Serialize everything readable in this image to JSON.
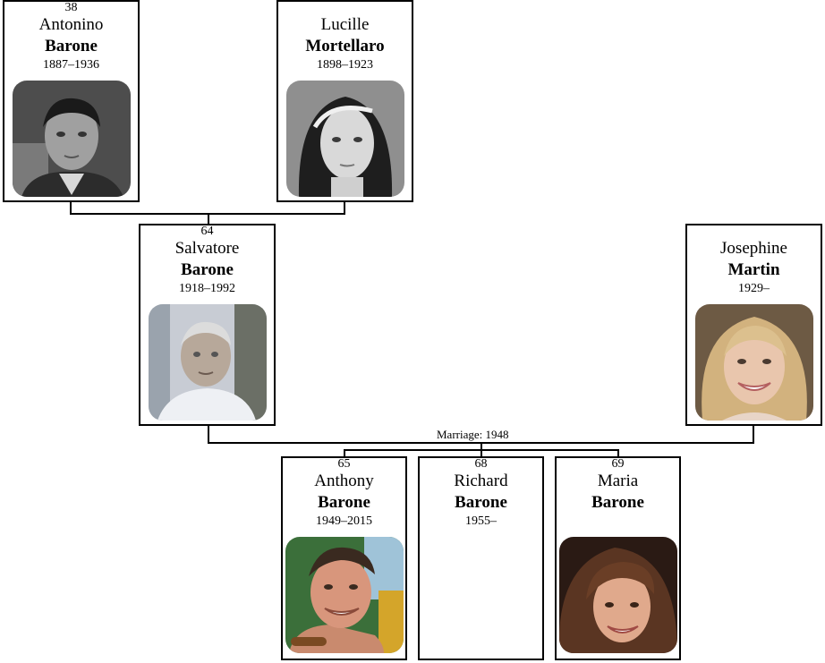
{
  "tree": {
    "marriage_label": "Marriage: 1948",
    "people": {
      "antonino": {
        "number": "38",
        "first_name": "Antonino",
        "last_name": "Barone",
        "years": "1887–1936",
        "photo": "portrait-photo"
      },
      "lucille": {
        "number": "",
        "first_name": "Lucille",
        "last_name": "Mortellaro",
        "years": "1898–1923",
        "photo": "portrait-photo"
      },
      "salvatore": {
        "number": "64",
        "first_name": "Salvatore",
        "last_name": "Barone",
        "years": "1918–1992",
        "photo": "portrait-photo"
      },
      "josephine": {
        "number": "",
        "first_name": "Josephine",
        "last_name": "Martin",
        "years": "1929–",
        "photo": "portrait-photo"
      },
      "anthony": {
        "number": "65",
        "first_name": "Anthony",
        "last_name": "Barone",
        "years": "1949–2015",
        "photo": "portrait-photo"
      },
      "richard": {
        "number": "68",
        "first_name": "Richard",
        "last_name": "Barone",
        "years": "1955–"
      },
      "maria": {
        "number": "69",
        "first_name": "Maria",
        "last_name": "Barone",
        "years": "",
        "photo": "portrait-photo"
      }
    }
  }
}
